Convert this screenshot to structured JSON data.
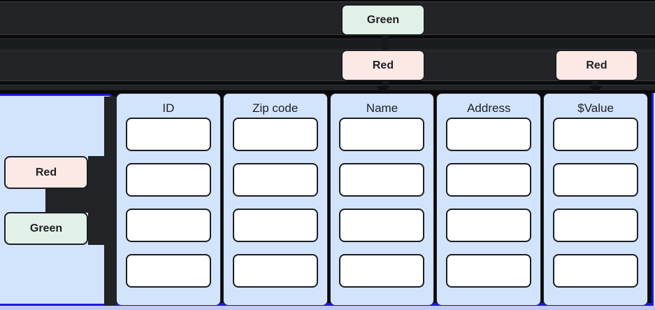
{
  "diagram": {
    "nodes": {
      "top_green": {
        "label": "Green"
      },
      "top_red_name": {
        "label": "Red"
      },
      "top_red_value": {
        "label": "Red"
      },
      "side_red": {
        "label": "Red"
      },
      "side_green": {
        "label": "Green"
      }
    },
    "table": {
      "columns": [
        {
          "label": "ID",
          "inputs": [
            "",
            "",
            "",
            ""
          ]
        },
        {
          "label": "Zip code",
          "inputs": [
            "",
            "",
            "",
            ""
          ]
        },
        {
          "label": "Name",
          "inputs": [
            "",
            "",
            "",
            ""
          ]
        },
        {
          "label": "Address",
          "inputs": [
            "",
            "",
            "",
            ""
          ]
        },
        {
          "label": "$Value",
          "inputs": [
            "",
            "",
            "",
            ""
          ]
        }
      ]
    },
    "colors": {
      "panel-blue": "#d2e3fc",
      "accent-blue": "#1b1bdf",
      "lavender": "#c5c8f3",
      "chip-green": "#e2f1e8",
      "chip-red": "#fce9e6",
      "bar": "#232428",
      "bg": "#0a0a0b"
    }
  }
}
